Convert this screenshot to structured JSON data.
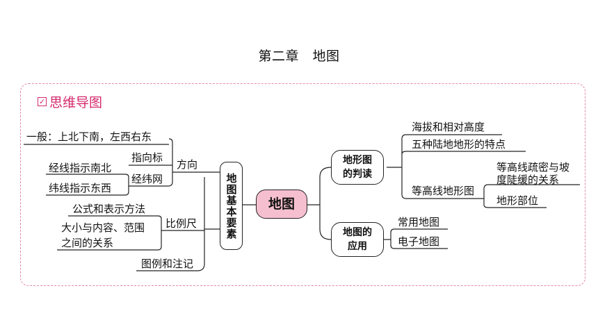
{
  "page_title": "第二章　地图",
  "section": {
    "title": "思维导图",
    "check_icon": "checkbox-icon"
  },
  "mindmap": {
    "center": "地图",
    "left_branch": {
      "title": "地图基本要素",
      "direction": {
        "label": "方向",
        "general": "一般：上北下南，左西右东",
        "arrow": "指向标",
        "grid": {
          "label": "经纬网",
          "meridian": "经线指示南北",
          "parallel": "纬线指示东西"
        }
      },
      "scale": {
        "label": "比例尺",
        "formula": "公式和表示方法",
        "relation": "大小与内容、范围之间的关系",
        "relation_line1": "大小与内容、范围",
        "relation_line2": "之间的关系"
      },
      "legend": "图例和注记"
    },
    "right_branches": {
      "terrain": {
        "title": "地形图的判读",
        "title_line1": "地形图",
        "title_line2": "的判读",
        "altitude": "海拔和相对高度",
        "landforms": "五种陆地地形的特点",
        "contour": {
          "label": "等高线地形图",
          "density_line1": "等高线疏密与坡",
          "density_line2": "度陡缓的关系",
          "parts": "地形部位"
        }
      },
      "application": {
        "title": "地图的应用",
        "title_line1": "地图的",
        "title_line2": "应用",
        "common": "常用地图",
        "electronic": "电子地图"
      }
    }
  }
}
